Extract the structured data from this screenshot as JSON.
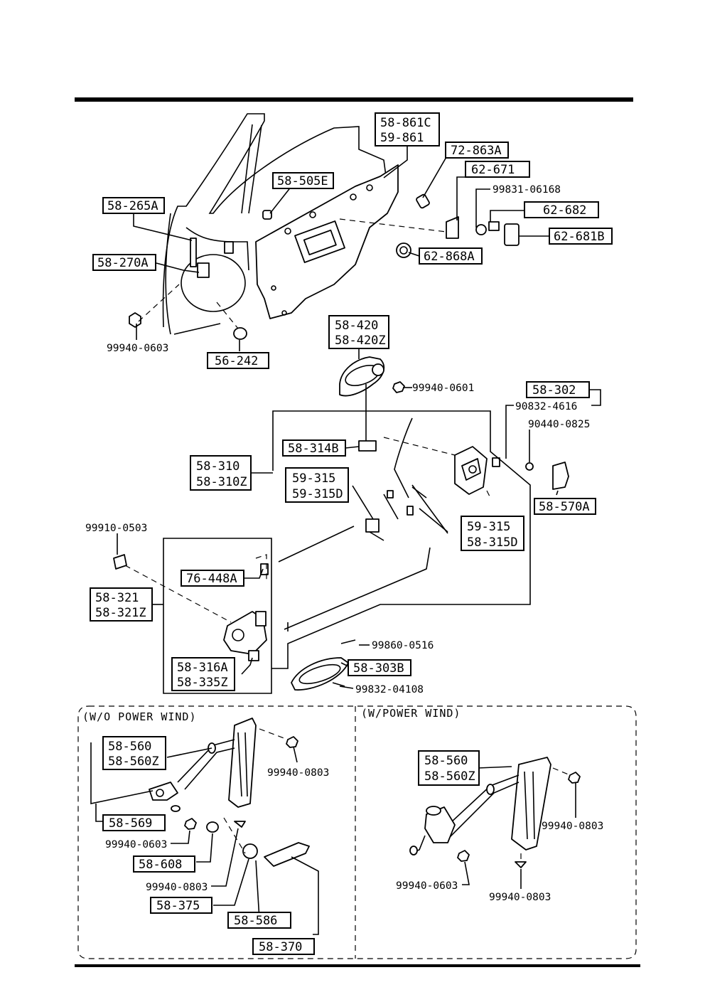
{
  "sections": {
    "without_power": "(W/O POWER WIND)",
    "with_power": "(W/POWER WIND)"
  },
  "labels": {
    "p58_861": [
      "58-861C",
      "59-861"
    ],
    "p72_863A": "72-863A",
    "p62_671": "62-671",
    "p99831_06168": "99831-06168",
    "p62_682": "62-682",
    "p62_681B": "62-681B",
    "p62_868A": "62-868A",
    "p58_505E": "58-505E",
    "p58_265A": "58-265A",
    "p58_270A": "58-270A",
    "p99940_0603_top": "99940-0603",
    "p56_242": "56-242",
    "p58_420": [
      "58-420",
      "58-420Z"
    ],
    "p99940_0601": "99940-0601",
    "p58_302": "58-302",
    "p90832_4616": "90832-4616",
    "p90440_0825": "90440-0825",
    "p58_314B": "58-314B",
    "p58_310": [
      "58-310",
      "58-310Z"
    ],
    "p59_315_a": [
      "59-315",
      "59-315D"
    ],
    "p59_315_b": [
      "59-315",
      "58-315D"
    ],
    "p58_570A": "58-570A",
    "p99910_0503": "99910-0503",
    "p76_448A": "76-448A",
    "p58_321": [
      "58-321",
      "58-321Z"
    ],
    "p58_316A": [
      "58-316A",
      "58-335Z"
    ],
    "p99860_0516": "99860-0516",
    "p58_303B": "58-303B",
    "p99832_04108": "99832-04108",
    "p58_560_left": [
      "58-560",
      "58-560Z"
    ],
    "p99940_0803_l1": "99940-0803",
    "p58_569": "58-569",
    "p99940_0603_l": "99940-0603",
    "p58_608": "58-608",
    "p99940_0803_l2": "99940-0803",
    "p58_375": "58-375",
    "p58_586": "58-586",
    "p58_370": "58-370",
    "p58_560_right": [
      "58-560",
      "58-560Z"
    ],
    "p99940_0803_r1": "99940-0803",
    "p99940_0603_r": "99940-0603",
    "p99940_0803_r2": "99940-0803"
  }
}
